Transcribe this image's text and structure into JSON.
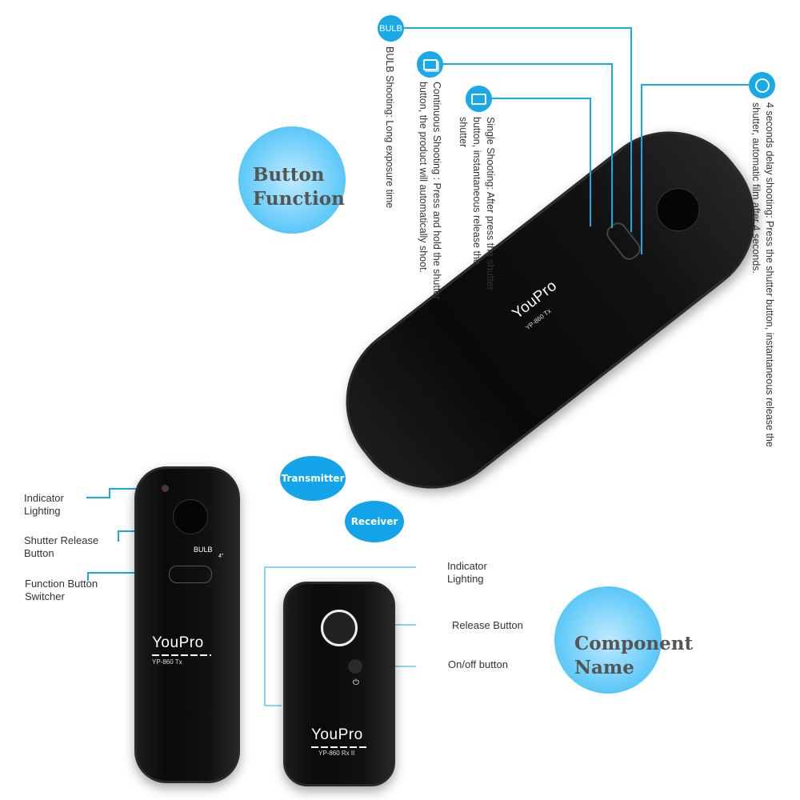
{
  "button_function": {
    "title_line1": "Button",
    "title_line2": "Function",
    "modes": [
      {
        "icon": "bulb-icon",
        "badge": "BULB",
        "text": "BULB Shooting:  Long exposure time"
      },
      {
        "icon": "continuous-shooting-icon",
        "text": "Continuous Shooting : Press and hold the shutter button, the product will automatically shoot."
      },
      {
        "icon": "single-shooting-icon",
        "text": "Single Shooting: After press the shutter button, instantaneous release the shutter"
      },
      {
        "icon": "timer-icon",
        "text": "4 seconds delay shooting: Press the shutter button, instantaneous release the shutter, automatic film after 4 seconds."
      }
    ]
  },
  "transmitter": {
    "badge": "Transmitter",
    "brand": "YouPro",
    "model": "YP-860 Tx",
    "switch_labels": {
      "bulb": "BULB",
      "delay": "4\""
    },
    "labels": [
      "Indicator Lighting",
      "Shutter Release Button",
      "Function Button Switcher"
    ]
  },
  "receiver": {
    "badge": "Receiver",
    "brand": "YouPro",
    "model": "YP-860 Rx II",
    "labels": [
      "Indicator Lighting",
      "Release Button",
      "On/off button"
    ]
  },
  "component_name": {
    "title_line1": "Component",
    "title_line2": "Name"
  },
  "colors": {
    "accent": "#19a9e6",
    "device": "#111111",
    "heading": "#555555"
  }
}
